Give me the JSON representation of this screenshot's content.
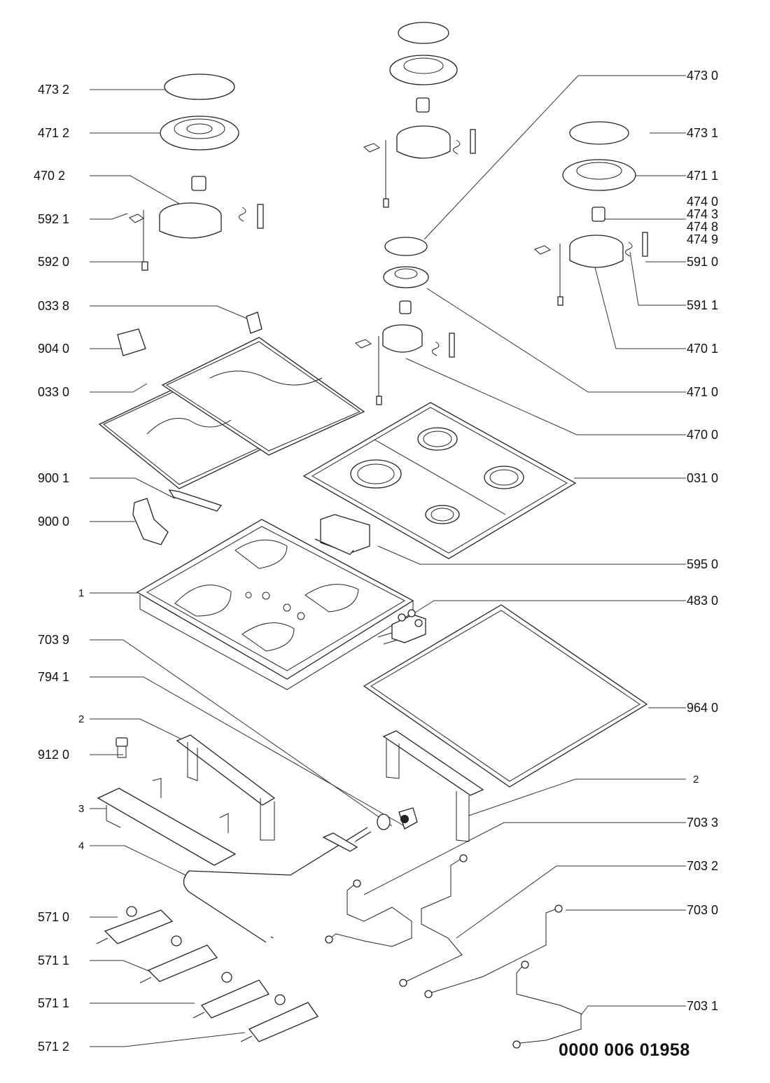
{
  "document": {
    "type": "exploded parts diagram",
    "subject": "gas hob",
    "doc_number": "0000  006 01958"
  },
  "labels_left": [
    {
      "id": "473-2",
      "text": "473 2"
    },
    {
      "id": "471-2",
      "text": "471 2"
    },
    {
      "id": "470-2",
      "text": "470  2"
    },
    {
      "id": "592-1",
      "text": "592 1"
    },
    {
      "id": "592-0",
      "text": "592 0"
    },
    {
      "id": "033-8",
      "text": "033 8"
    },
    {
      "id": "904-0",
      "text": "904 0"
    },
    {
      "id": "033-0",
      "text": "033 0"
    },
    {
      "id": "900-1",
      "text": "900 1"
    },
    {
      "id": "900-0",
      "text": "900 0"
    },
    {
      "id": "1",
      "text": "1"
    },
    {
      "id": "703-9",
      "text": "703 9"
    },
    {
      "id": "794-1",
      "text": "794 1"
    },
    {
      "id": "2a",
      "text": "2"
    },
    {
      "id": "912-0",
      "text": "912 0"
    },
    {
      "id": "3",
      "text": "3"
    },
    {
      "id": "4",
      "text": "4"
    },
    {
      "id": "571-0",
      "text": "571 0"
    },
    {
      "id": "571-1a",
      "text": "571 1"
    },
    {
      "id": "571-1b",
      "text": "571 1"
    },
    {
      "id": "571-2",
      "text": "571 2"
    }
  ],
  "labels_right": [
    {
      "id": "473-0",
      "text": "473 0"
    },
    {
      "id": "473-1",
      "text": "473 1"
    },
    {
      "id": "471-1",
      "text": "471 1"
    },
    {
      "id": "474-0",
      "text": "474 0"
    },
    {
      "id": "474-3",
      "text": "474 3"
    },
    {
      "id": "474-8",
      "text": "474 8"
    },
    {
      "id": "474-9",
      "text": "474 9"
    },
    {
      "id": "591-0",
      "text": "591 0"
    },
    {
      "id": "591-1",
      "text": "591 1"
    },
    {
      "id": "470-1",
      "text": "470 1"
    },
    {
      "id": "471-0",
      "text": "471 0"
    },
    {
      "id": "470-0",
      "text": "470 0"
    },
    {
      "id": "031-0",
      "text": "031 0"
    },
    {
      "id": "595-0",
      "text": "595 0"
    },
    {
      "id": "483-0",
      "text": "483 0"
    },
    {
      "id": "964-0",
      "text": "964 0"
    },
    {
      "id": "2b",
      "text": "2"
    },
    {
      "id": "703-3",
      "text": "703 3"
    },
    {
      "id": "703-2",
      "text": "703 2"
    },
    {
      "id": "703-0",
      "text": "703 0"
    },
    {
      "id": "703-1",
      "text": "703 1"
    }
  ]
}
